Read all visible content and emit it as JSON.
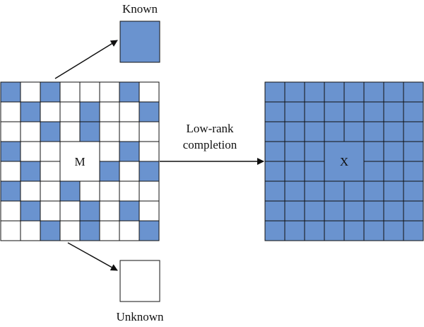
{
  "labels": {
    "known": "Known",
    "unknown": "Unknown",
    "arrow_line1": "Low-rank",
    "arrow_line2": "completion",
    "matrix_m": "M",
    "matrix_x": "X"
  },
  "colors": {
    "filled": "#6a93cf",
    "empty": "#ffffff",
    "line": "#111111"
  },
  "matrix_m": {
    "rows": 8,
    "cols": 8,
    "cells": [
      [
        1,
        0,
        1,
        0,
        0,
        0,
        1,
        0
      ],
      [
        0,
        1,
        0,
        0,
        1,
        0,
        0,
        1
      ],
      [
        0,
        0,
        1,
        0,
        1,
        0,
        0,
        0
      ],
      [
        1,
        0,
        0,
        0,
        0,
        0,
        1,
        0
      ],
      [
        0,
        1,
        0,
        0,
        0,
        1,
        0,
        1
      ],
      [
        1,
        0,
        0,
        1,
        0,
        0,
        0,
        0
      ],
      [
        0,
        1,
        0,
        0,
        1,
        0,
        1,
        0
      ],
      [
        0,
        0,
        1,
        0,
        1,
        0,
        0,
        1
      ]
    ]
  },
  "matrix_x": {
    "rows": 8,
    "cols": 8,
    "fill": "all"
  }
}
